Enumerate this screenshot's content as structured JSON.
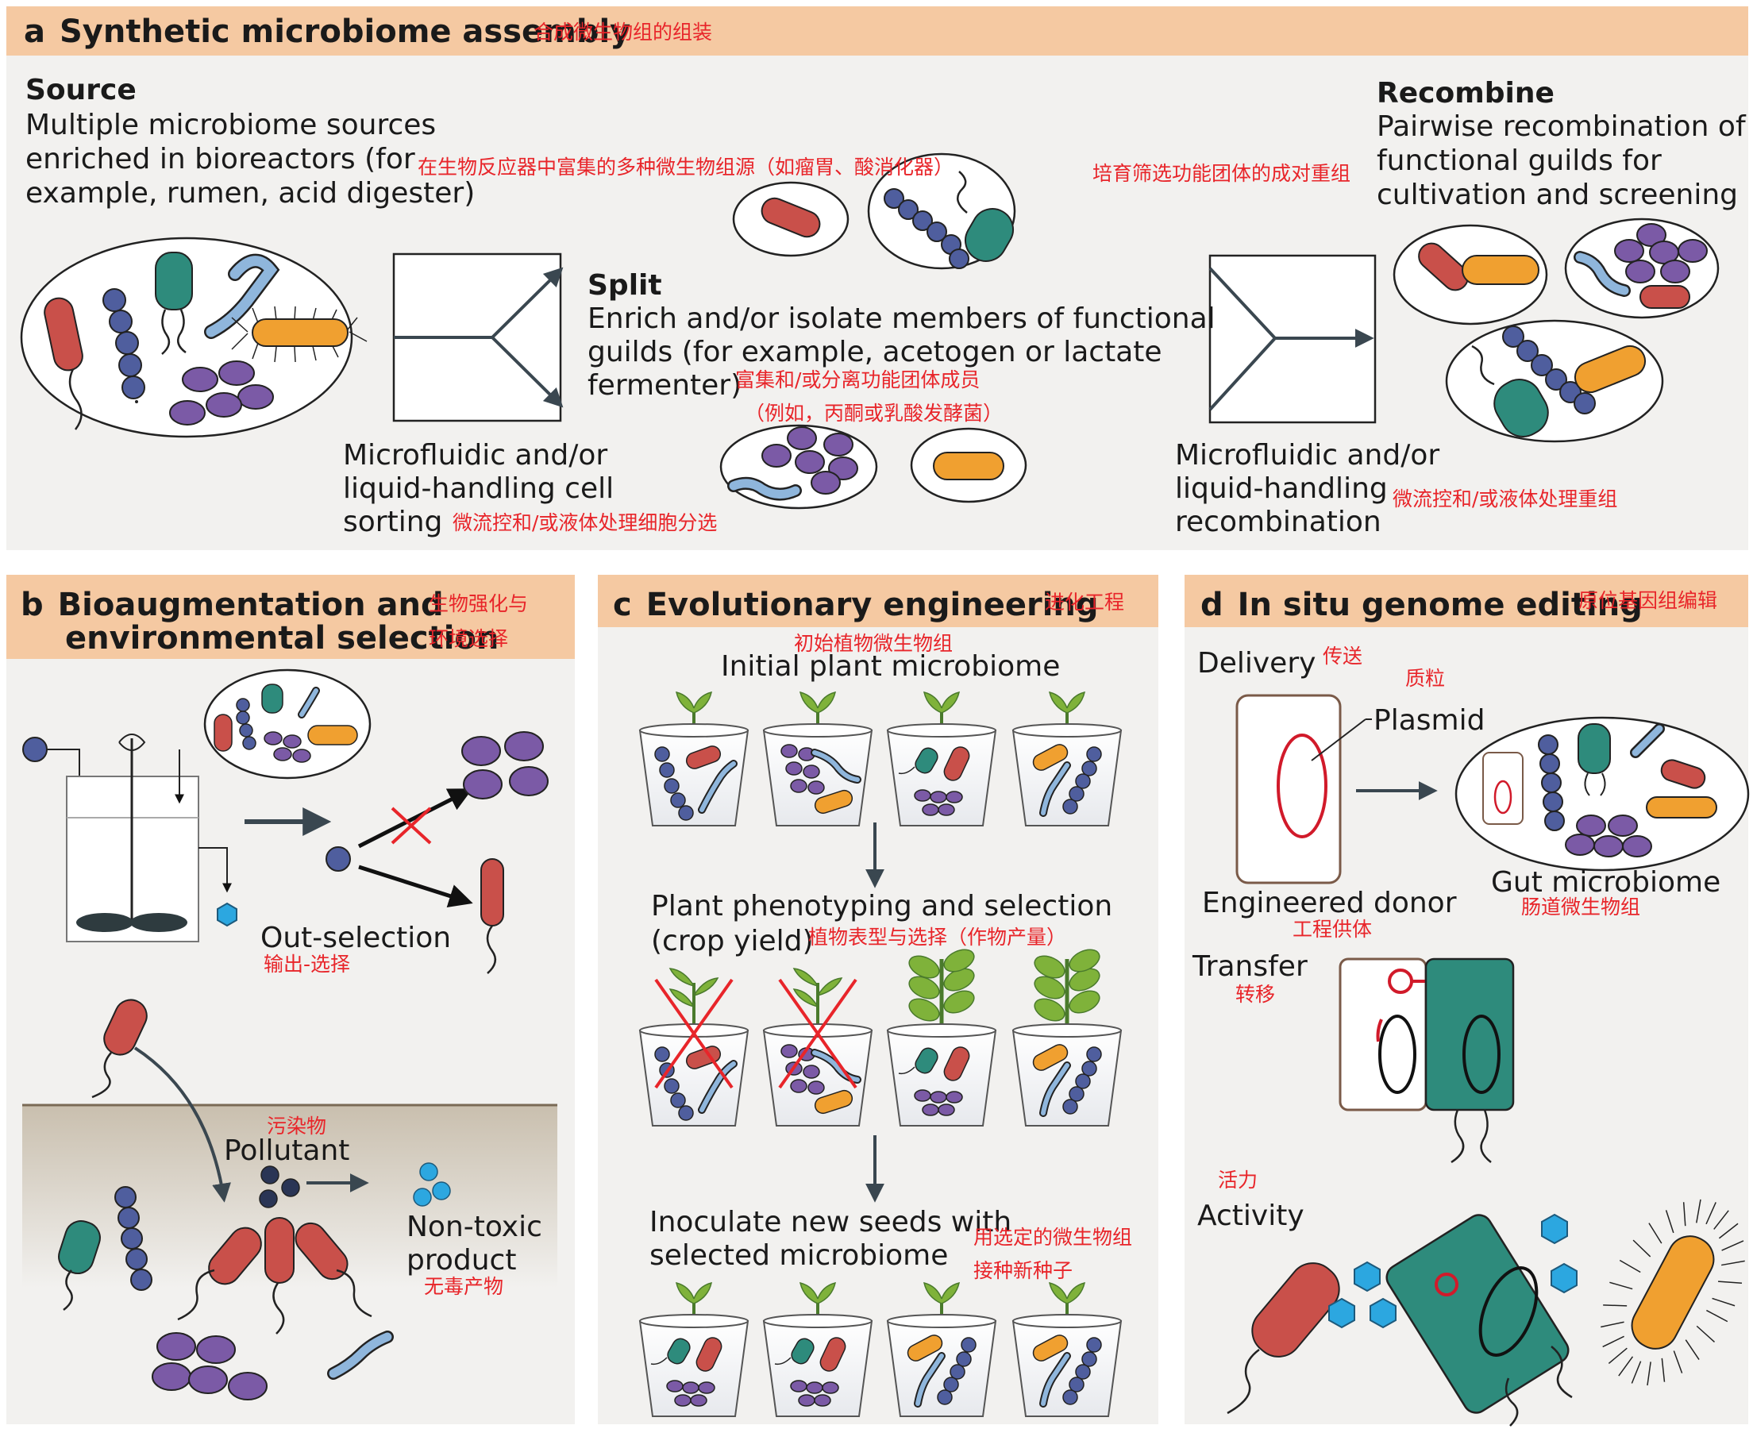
{
  "colors": {
    "header_bg": "#f5c9a2",
    "panel_bg": "#f2f1ef",
    "annotation_red": "#e8252a",
    "rod_red": "#c9504a",
    "teal": "#2e8b7c",
    "purple": "#7b5aa6",
    "cocci_blue": "#4f5e9e",
    "orange": "#f0a030",
    "light_blue": "#8fb6dc",
    "cyan_product": "#2ca7e0",
    "arrow_dark": "#3a4750"
  },
  "panel_a": {
    "letter": "a",
    "title": "Synthetic microbiome assembly",
    "title_cn": "合成微生物组的组装",
    "source_heading": "Source",
    "source_lines": [
      "Multiple microbiome sources",
      "enriched in bioreactors (for",
      "example, rumen, acid digester)"
    ],
    "source_cn": "在生物反应器中富集的多种微生物组源（如瘤胃、酸消化器）",
    "split_heading": "Split",
    "split_lines": [
      "Enrich and/or isolate members of functional",
      "guilds (for example, acetogen or lactate",
      "fermenter)"
    ],
    "split_cn_1": "富集和/或分离功能团体成员",
    "split_cn_2": "（例如，丙酮或乳酸发酵菌）",
    "sorting_lines": [
      "Microfluidic and/or",
      "liquid-handling cell",
      "sorting"
    ],
    "sorting_cn": "微流控和/或液体处理细胞分选",
    "recombine_heading": "Recombine",
    "recombine_lines": [
      "Pairwise recombination of",
      "functional guilds for",
      "cultivation and screening"
    ],
    "recombine_cn": "培育筛选功能团体的成对重组",
    "recomb_lines": [
      "Microfluidic and/or",
      "liquid-handling",
      "recombination"
    ],
    "recomb_cn": "微流控和/或液体处理重组"
  },
  "panel_b": {
    "letter": "b",
    "title_1": "Bioaugmentation and",
    "title_2": "environmental selection",
    "title_cn_1": "生物强化与",
    "title_cn_2": "环境选择",
    "out_selection": "Out-selection",
    "out_selection_cn": "输出-选择",
    "pollutant": "Pollutant",
    "pollutant_cn": "污染物",
    "product_1": "Non-toxic",
    "product_2": "product",
    "product_cn": "无毒产物"
  },
  "panel_c": {
    "letter": "c",
    "title": "Evolutionary engineering",
    "title_cn": "进化工程",
    "initial": "Initial plant microbiome",
    "initial_cn": "初始植物微生物组",
    "phenotyping_1": "Plant phenotyping and selection",
    "phenotyping_2": "(crop yield)",
    "phenotyping_cn": "植物表型与选择（作物产量）",
    "inoculate_1": "Inoculate new seeds with",
    "inoculate_2": "selected microbiome",
    "inoculate_cn_1": "用选定的微生物组",
    "inoculate_cn_2": "接种新种子"
  },
  "panel_d": {
    "letter": "d",
    "title": "In situ genome editing",
    "title_cn": "原位基因组编辑",
    "delivery": "Delivery",
    "delivery_cn": "传送",
    "plasmid": "Plasmid",
    "plasmid_cn": "质粒",
    "donor": "Engineered donor",
    "donor_cn": "工程供体",
    "gut": "Gut microbiome",
    "gut_cn": "肠道微生物组",
    "transfer": "Transfer",
    "transfer_cn": "转移",
    "activity": "Activity",
    "activity_cn": "活力"
  }
}
